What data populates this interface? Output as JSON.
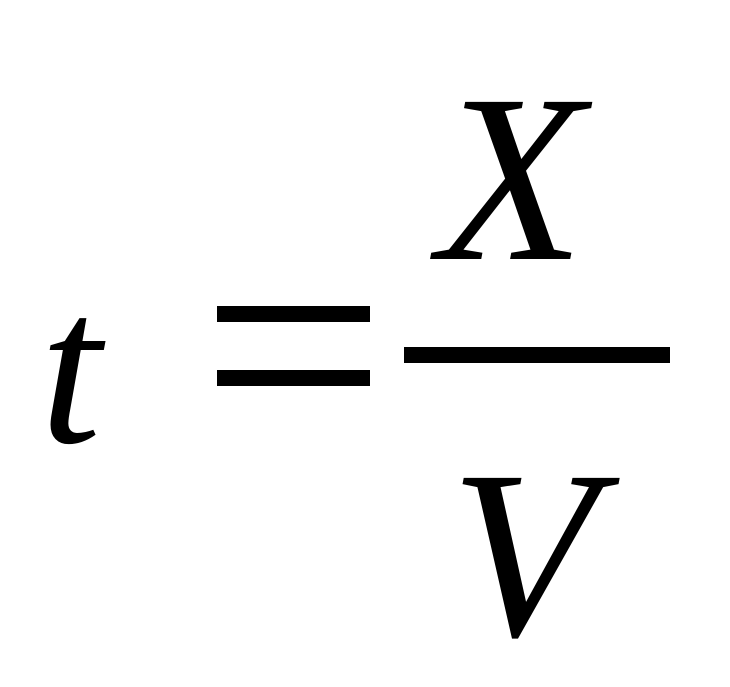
{
  "equation": {
    "lhs": "t",
    "numerator": "X",
    "denominator": "V"
  },
  "colors": {
    "background": "#ffffff",
    "ink": "#000000"
  }
}
